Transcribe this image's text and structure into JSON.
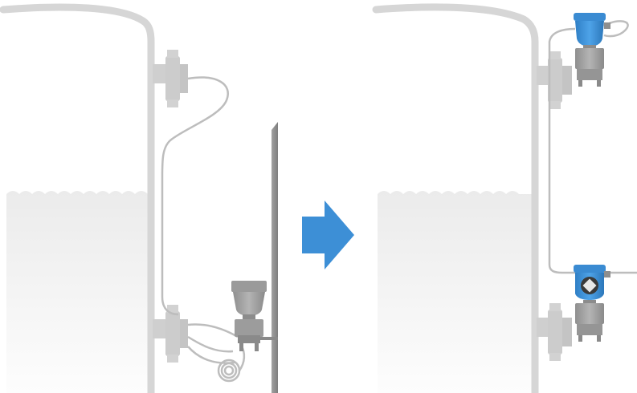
{
  "diagram": {
    "panels": [
      {
        "id": "before",
        "description_icon": "tank-with-capillary-dp-transmitter-mounted-on-wall"
      },
      {
        "id": "after",
        "description_icon": "tank-with-electronic-remote-sensors"
      }
    ],
    "arrow": {
      "direction": "right",
      "icon": "right-arrow-icon"
    },
    "colors": {
      "tank_stroke": "#d3d3d3",
      "liquid_top": "#efefef",
      "liquid_bottom": "#fdfdfd",
      "flange": "#cfcfcf",
      "capillary": "#bdbdbd",
      "transmitter_gray": "#9e9e9e",
      "wall": "#8e8e8e",
      "sensor_blue": "#3d8fd6",
      "arrow_blue": "#3d8fd6"
    }
  }
}
